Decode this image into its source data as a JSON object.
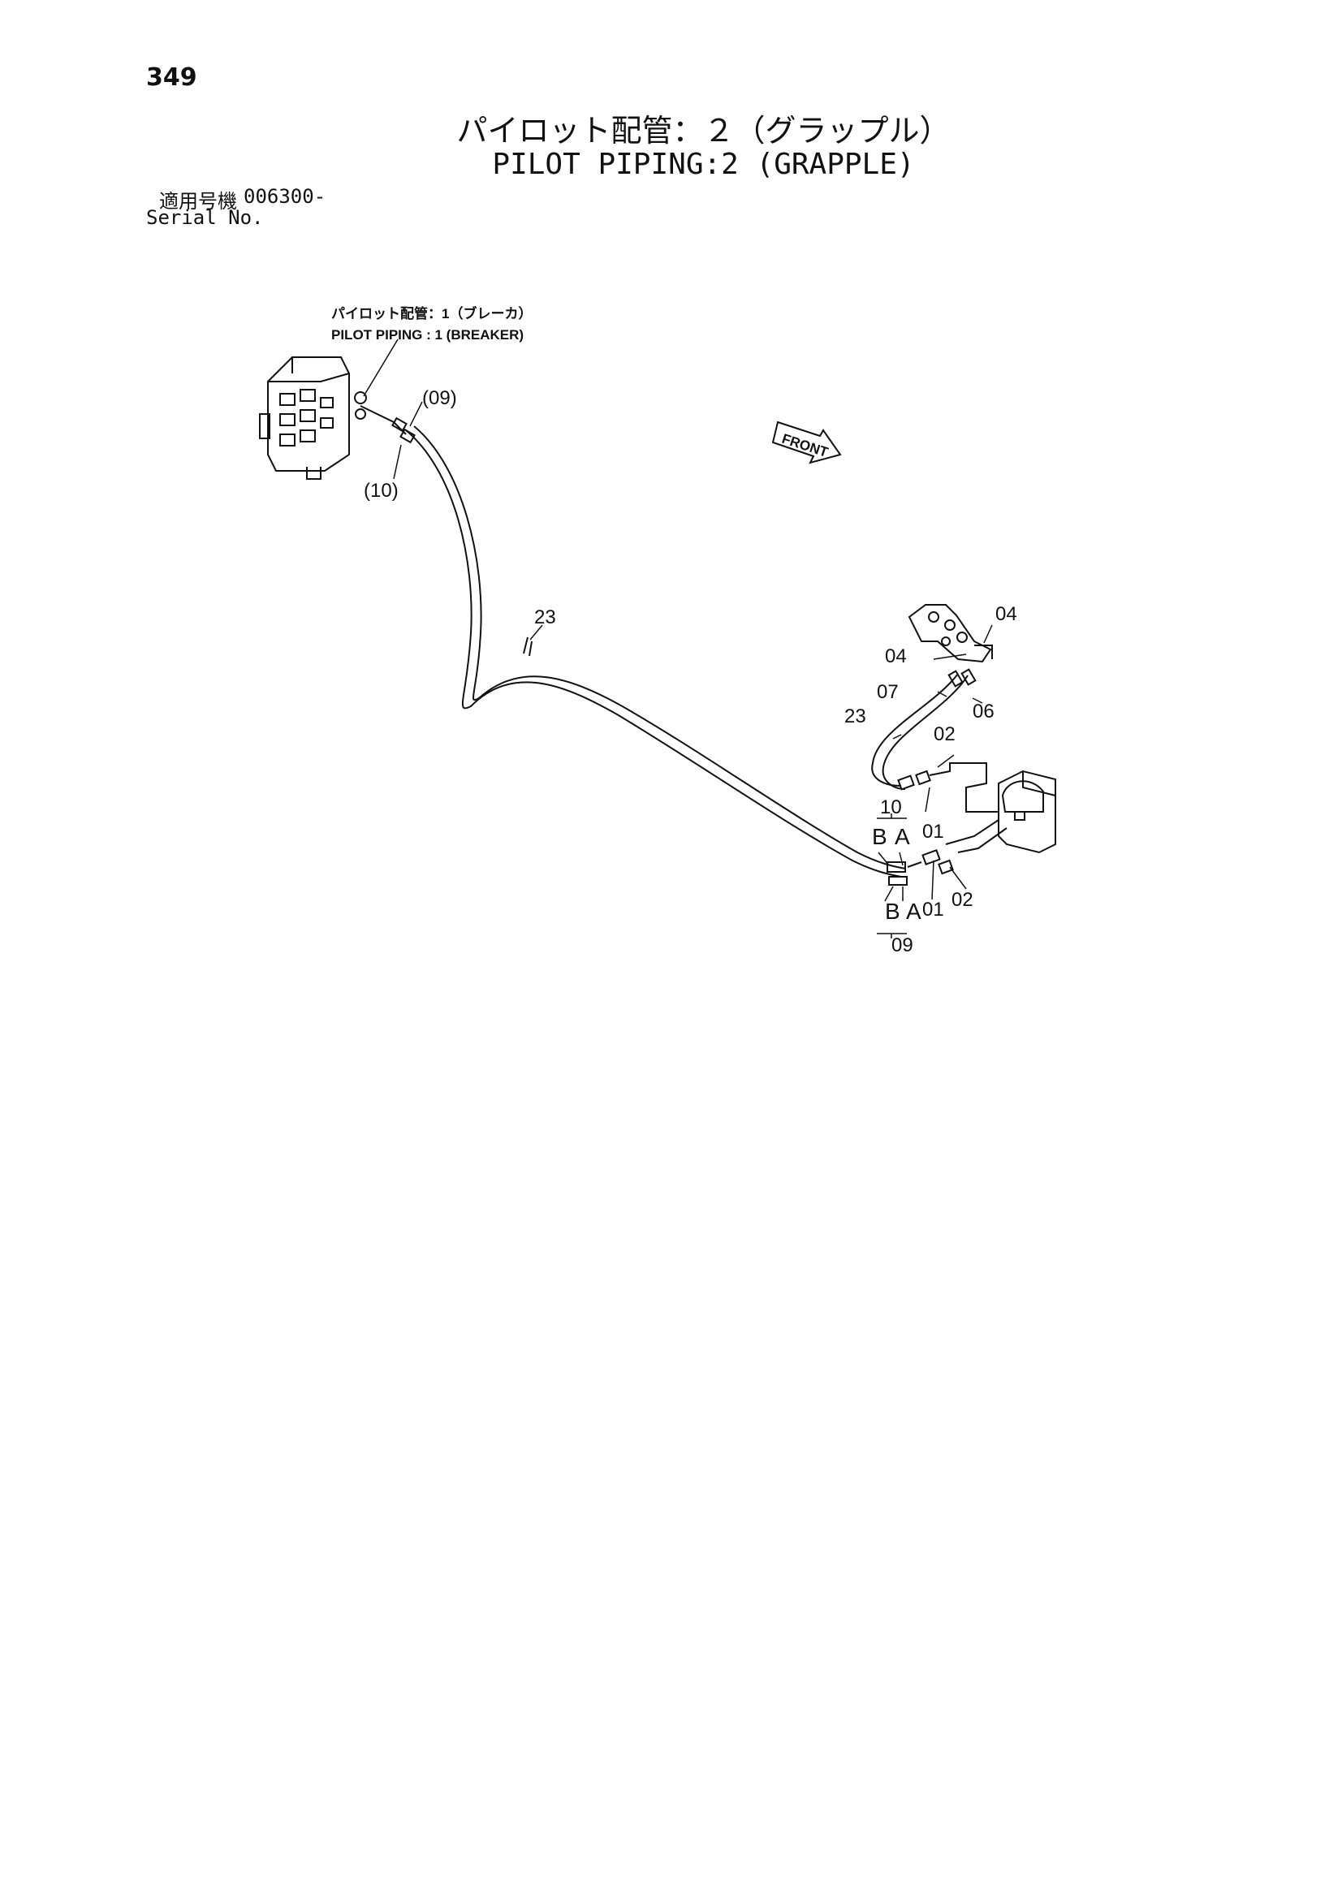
{
  "page_number": "349",
  "title": {
    "ja": "パイロット配管：２（グラップル）",
    "en": "PILOT PIPING:2 (GRAPPLE)"
  },
  "serial": {
    "label_ja": "適用号機",
    "label_en": "Serial No.",
    "value": "006300-"
  },
  "callouts": {
    "ref_ja": "パイロット配管：1（ブレーカ）",
    "ref_en": "PILOT PIPING : 1 (BREAKER)",
    "p09_paren": "(09)",
    "p10_paren": "(10)",
    "front": "FRONT",
    "p23_top": "23",
    "p23_side": "23",
    "p04_right": "04",
    "p04_left": "04",
    "p07": "07",
    "p06": "06",
    "p02_upper": "02",
    "p10": "10",
    "b_upper": "B",
    "a_upper": "A",
    "p01_upper": "01",
    "b_lower": "B",
    "a_lower": "A",
    "p09": "09",
    "p01_lower": "01",
    "p02_lower": "02"
  }
}
